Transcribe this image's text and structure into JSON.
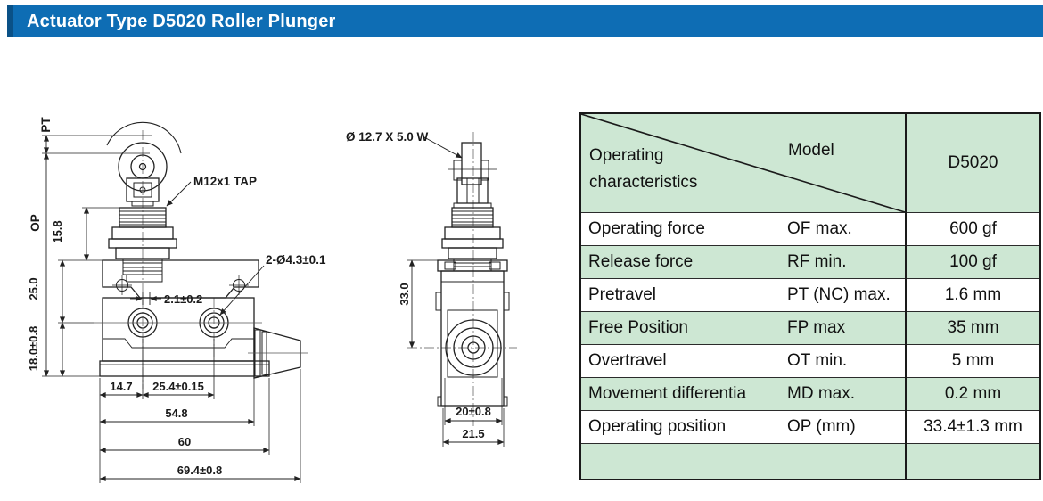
{
  "colors": {
    "title_bg": "#0e6db4",
    "title_accent": "#0a5187",
    "table_green": "#cde7d3",
    "drawing_line": "#222222"
  },
  "title_bar": {
    "title": "Actuator Type D5020 Roller Plunger"
  },
  "side_view": {
    "labels": {
      "pt": "PT",
      "op": "OP",
      "m12_tap": "M12x1 TAP",
      "holes": "2-Ø4.3±0.1",
      "d15_8": "15.8",
      "d25_0": "25.0",
      "d18_0": "18.0±0.8",
      "d2_1": "2.1±0.2",
      "d14_7": "14.7",
      "d25_4": "25.4±0.15",
      "d54_8": "54.8",
      "d60": "60",
      "d69_4": "69.4±0.8"
    }
  },
  "front_view": {
    "labels": {
      "roller": "Ø 12.7 X 5.0 W",
      "d33_0": "33.0",
      "d20": "20±0.8",
      "d21_5": "21.5"
    }
  },
  "spec_table": {
    "header": {
      "row_label_line1": "Operating",
      "row_label_line2": "characteristics",
      "col_label": "Model",
      "model": "D5020"
    },
    "rows": [
      {
        "name": "Operating force",
        "abbr": "OF max.",
        "value": "600 gf"
      },
      {
        "name": "Release force",
        "abbr": "RF min.",
        "value": "100 gf"
      },
      {
        "name": "Pretravel",
        "abbr": "PT (NC) max.",
        "value": "1.6 mm"
      },
      {
        "name": "Free Position",
        "abbr": "FP max",
        "value": "35 mm"
      },
      {
        "name": "Overtravel",
        "abbr": "OT min.",
        "value": "5 mm"
      },
      {
        "name": "Movement differentia",
        "abbr": "MD max.",
        "value": "0.2 mm"
      },
      {
        "name": "Operating position",
        "abbr": "OP (mm)",
        "value": "33.4±1.3 mm"
      }
    ]
  }
}
